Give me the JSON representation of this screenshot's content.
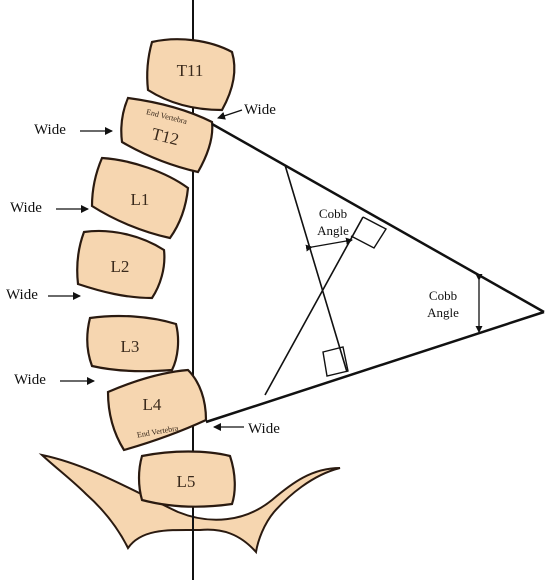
{
  "vertebrae": {
    "t11": "T11",
    "t12": "T12",
    "l1": "L1",
    "l2": "L2",
    "l3": "L3",
    "l4": "L4",
    "l5": "L5"
  },
  "end_vertebra_label": "End Vertebra",
  "wide_label": "Wide",
  "cobb_angle": {
    "line1": "Cobb",
    "line2": "Angle"
  }
}
